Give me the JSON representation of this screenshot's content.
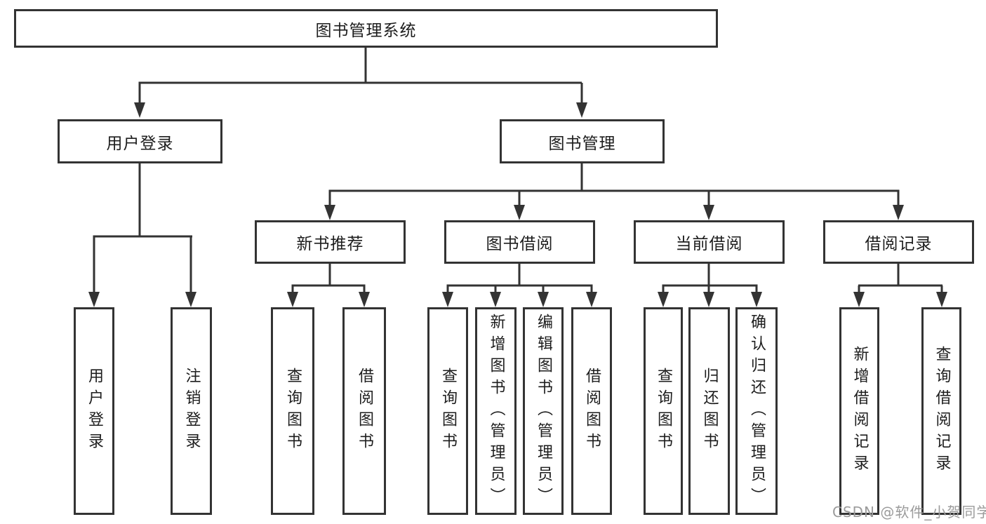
{
  "diagram": {
    "root": {
      "label": "图书管理系统"
    },
    "level2": [
      {
        "label": "用户登录",
        "children": [
          {
            "label": "用户登录"
          },
          {
            "label": "注销登录"
          }
        ]
      },
      {
        "label": "图书管理",
        "children": [
          {
            "label": "新书推荐",
            "children": [
              {
                "label": "查询图书"
              },
              {
                "label": "借阅图书"
              }
            ]
          },
          {
            "label": "图书借阅",
            "children": [
              {
                "label": "查询图书"
              },
              {
                "label": "新增图书（管理员）"
              },
              {
                "label": "编辑图书（管理员）"
              },
              {
                "label": "借阅图书"
              }
            ]
          },
          {
            "label": "当前借阅",
            "children": [
              {
                "label": "查询图书"
              },
              {
                "label": "归还图书"
              },
              {
                "label": "确认归还（管理员）"
              }
            ]
          },
          {
            "label": "借阅记录",
            "children": [
              {
                "label": "新增借阅记录"
              },
              {
                "label": "查询借阅记录"
              }
            ]
          }
        ]
      }
    ]
  },
  "watermark": {
    "text": "CSDN @软件_小贺同学"
  },
  "colors": {
    "line": "#333333",
    "box_border": "#333333",
    "text": "#1d1d1d",
    "watermark": "#9b9b9b",
    "background": "#ffffff"
  }
}
